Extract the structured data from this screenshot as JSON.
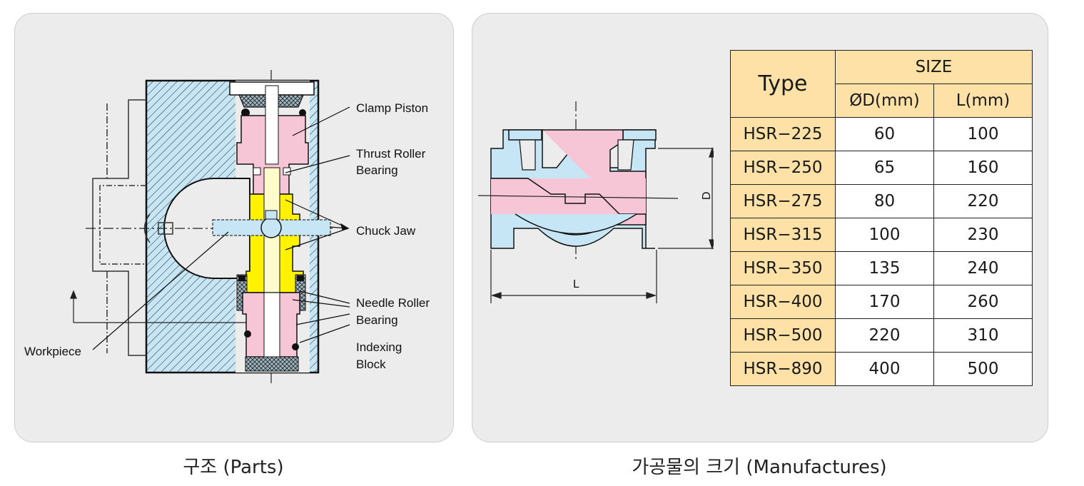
{
  "parts": {
    "caption": "구조 (Parts)",
    "labels": {
      "clamp_piston": "Clamp Piston",
      "thrust_roller_1": "Thrust Roller",
      "thrust_roller_2": "Bearing",
      "chuck_jaw": "Chuck Jaw",
      "needle_roller_1": "Needle Roller",
      "needle_roller_2": "Bearing",
      "indexing_1": "Indexing",
      "indexing_2": "Block",
      "workpiece": "Workpiece"
    }
  },
  "manufactures": {
    "caption": "가공물의 크기 (Manufactures)",
    "dim_D": "D",
    "dim_L": "L",
    "table": {
      "type_header": "Type",
      "size_header": "SIZE",
      "col_d": "ØD(mm)",
      "col_l": "L(mm)",
      "rows": [
        {
          "type": "HSR−225",
          "d": "60",
          "l": "100"
        },
        {
          "type": "HSR−250",
          "d": "65",
          "l": "160"
        },
        {
          "type": "HSR−275",
          "d": "80",
          "l": "220"
        },
        {
          "type": "HSR−315",
          "d": "100",
          "l": "230"
        },
        {
          "type": "HSR−350",
          "d": "135",
          "l": "240"
        },
        {
          "type": "HSR−400",
          "d": "170",
          "l": "260"
        },
        {
          "type": "HSR−500",
          "d": "220",
          "l": "310"
        },
        {
          "type": "HSR−890",
          "d": "400",
          "l": "500"
        }
      ]
    }
  },
  "colors": {
    "pink": "#f7c6d6",
    "yellow": "#fff200",
    "blue": "#c6e6f5",
    "header": "#fde1a6",
    "panel": "#ececec"
  }
}
